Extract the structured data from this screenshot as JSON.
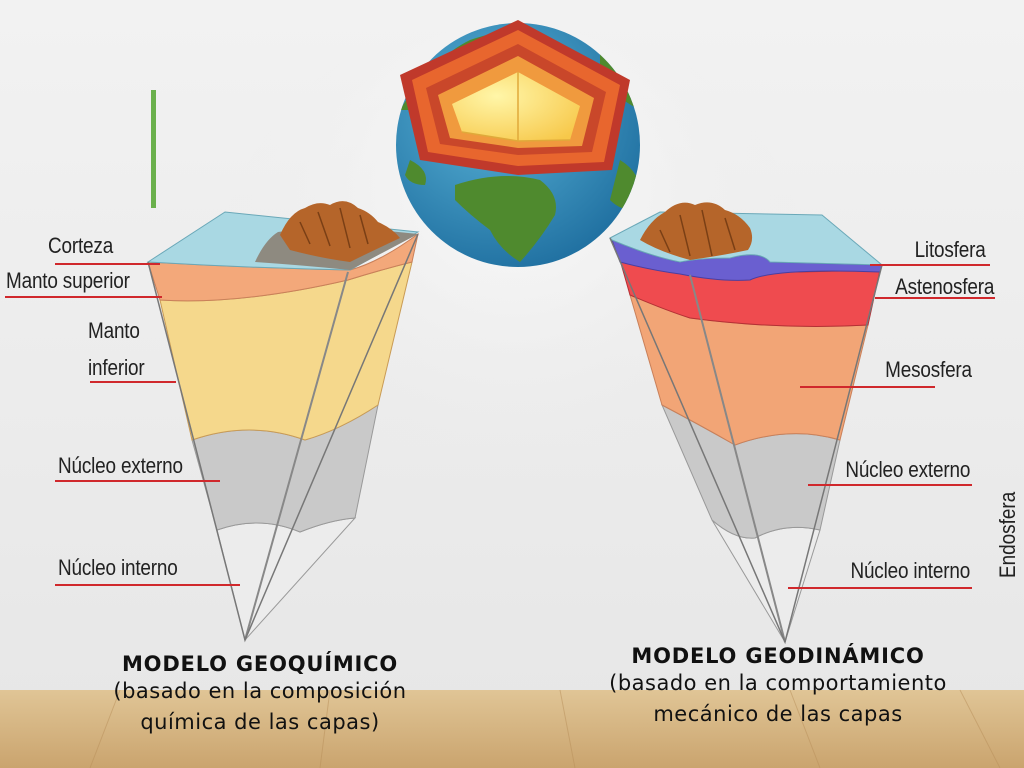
{
  "geochemical": {
    "labels": {
      "crust": "Corteza",
      "upper_mantle": "Manto superior",
      "lower_mantle_1": "Manto",
      "lower_mantle_2": "inferior",
      "outer_core": "Núcleo externo",
      "inner_core": "Núcleo interno"
    },
    "caption": {
      "title": "MODELO GEOQUÍMICO",
      "line1": "(basado en la composición",
      "line2": "química de las capas)"
    }
  },
  "geodynamic": {
    "labels": {
      "lithosphere": "Litosfera",
      "asthenosphere": "Astenosfera",
      "mesosphere": "Mesosfera",
      "outer_core": "Núcleo externo",
      "inner_core": "Núcleo interno",
      "endosphere": "Endosfera"
    },
    "caption": {
      "title": "MODELO GEODINÁMICO",
      "line1": "(basado en la comportamiento",
      "line2": "mecánico de las capas"
    }
  },
  "colors": {
    "ocean": "#a9d8e3",
    "crust_gray": "#8e8a80",
    "mountain": "#b5652a",
    "upper_mantle": "#f3a87a",
    "lower_mantle": "#f5d88c",
    "outer_core": "#c9c9c9",
    "inner_core": "#ececec",
    "lithosphere": "#6a5fd0",
    "asthenosphere": "#ef4b4f",
    "mesosphere": "#f2a576",
    "leader_line": "#d0282c",
    "accent_bar": "#6ab04c",
    "floor": "#d8b98a"
  }
}
